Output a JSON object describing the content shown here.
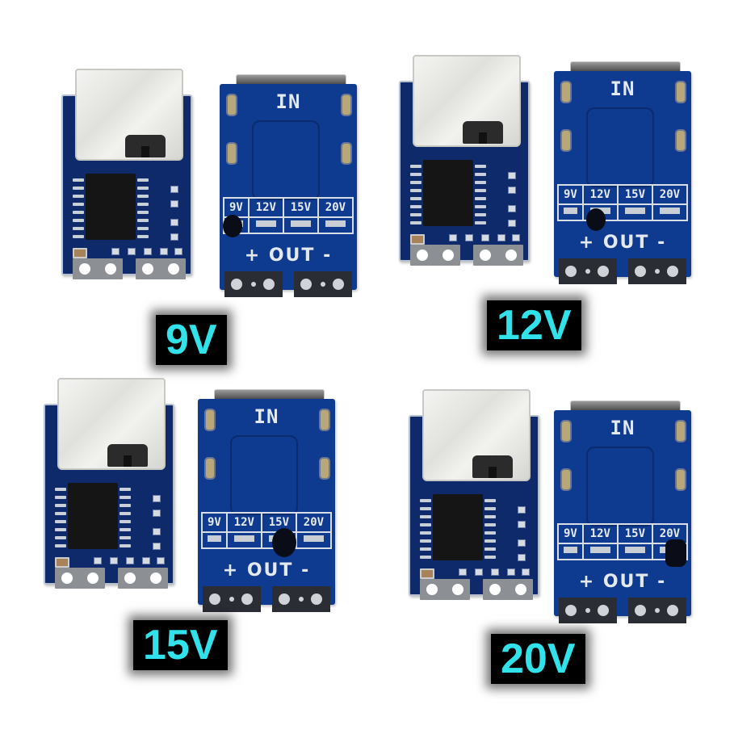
{
  "image": {
    "description": "Four USB-C PD trigger/decoy module pairs, each shown front and back, with voltage selection jumper labeled",
    "background": "#ffffff"
  },
  "colors": {
    "pcb_blue": "#0e3a8f",
    "label_bg": "#000000",
    "label_text": "#32e2ea",
    "silkscreen": "#e4e8ef"
  },
  "boards": [
    {
      "caption": "9V",
      "back": {
        "in_label": "IN",
        "voltages": [
          "9V",
          "12V",
          "15V",
          "20V"
        ],
        "out_label": "+ OUT -",
        "selected_jumper": "9V"
      }
    },
    {
      "caption": "12V",
      "back": {
        "in_label": "IN",
        "voltages": [
          "9V",
          "12V",
          "15V",
          "20V"
        ],
        "out_label": "+ OUT -",
        "selected_jumper": "12V"
      }
    },
    {
      "caption": "15V",
      "back": {
        "in_label": "IN",
        "voltages": [
          "9V",
          "12V",
          "15V",
          "20V"
        ],
        "out_label": "+ OUT -",
        "selected_jumper": "15V"
      }
    },
    {
      "caption": "20V",
      "back": {
        "in_label": "IN",
        "voltages": [
          "9V",
          "12V",
          "15V",
          "20V"
        ],
        "out_label": "+ OUT -",
        "selected_jumper": "20V"
      }
    }
  ]
}
